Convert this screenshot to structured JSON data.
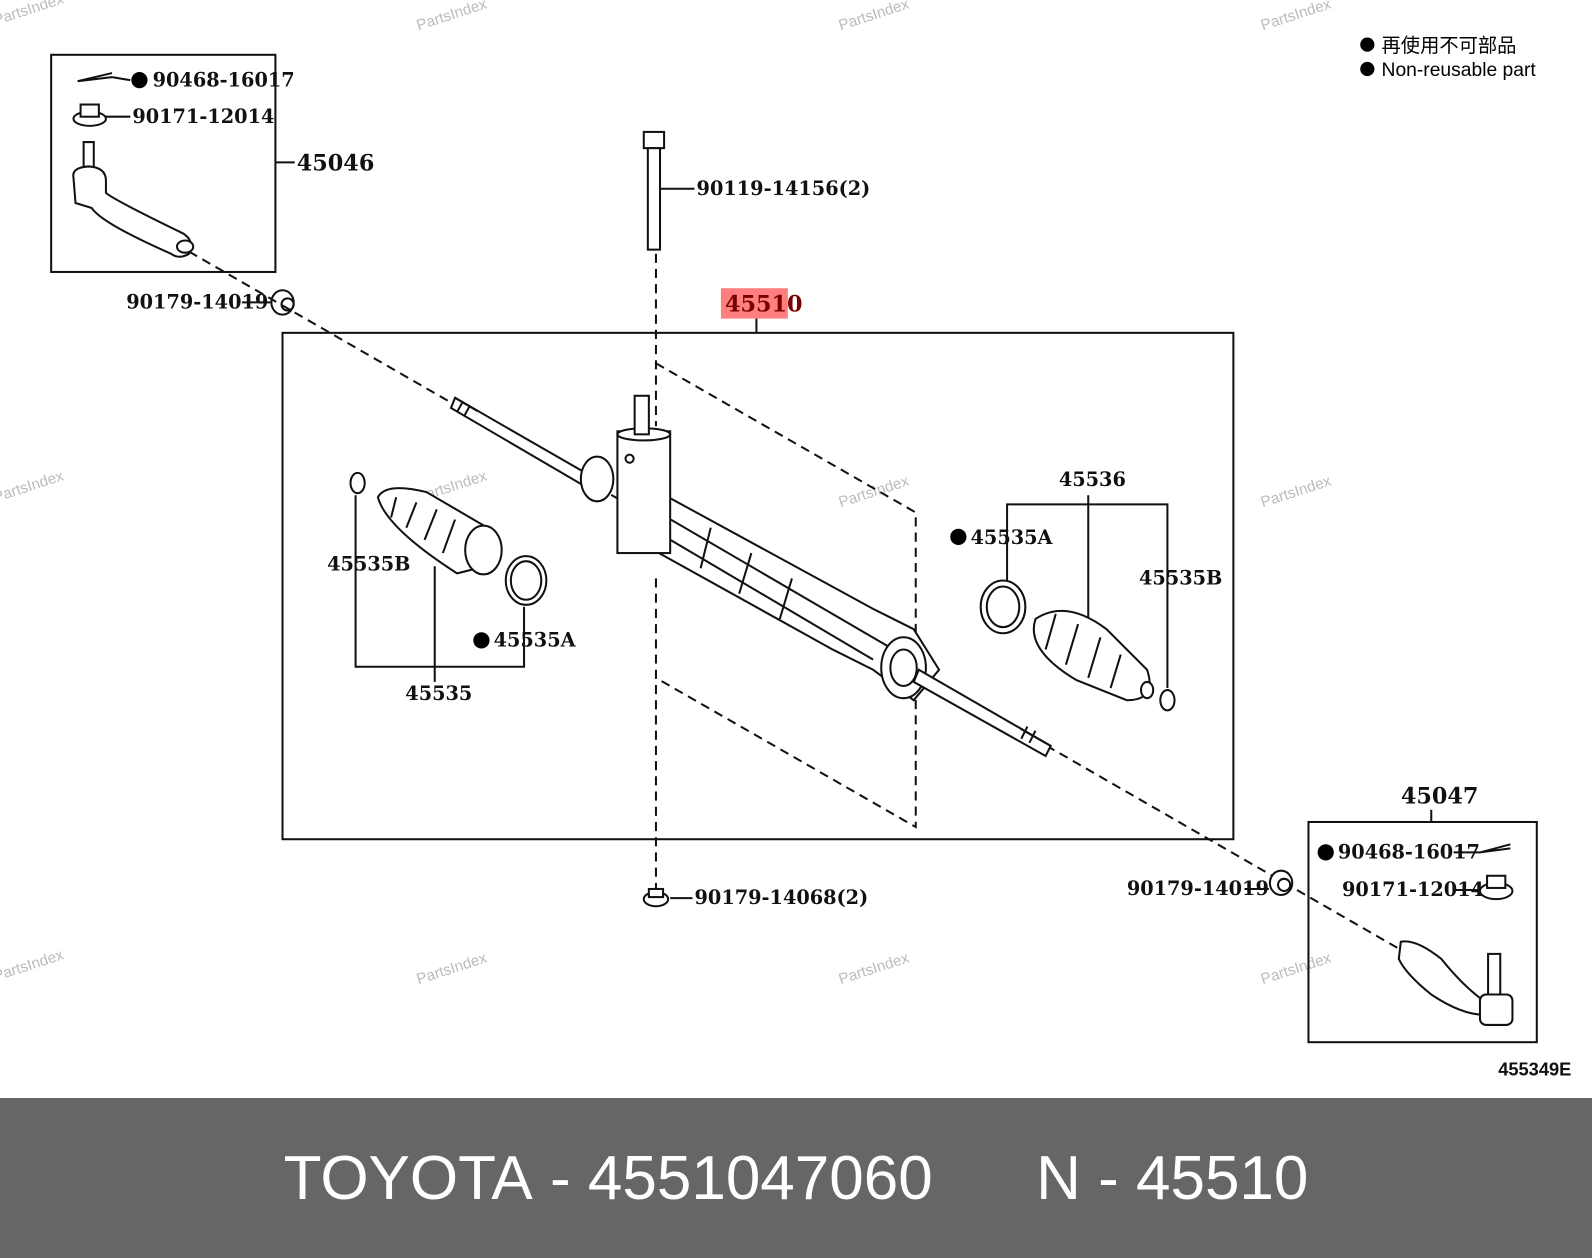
{
  "legend": {
    "japanese": "再使用不可部品",
    "english": "Non-reusable part"
  },
  "watermark": "PartsIndex",
  "labels": {
    "cotter_pin_left": "90468-16017",
    "nut_left": "90171-12014",
    "tie_rod_end_left": "45046",
    "lock_nut_left": "90179-14019",
    "bolt": "90119-14156(2)",
    "rack_assembly": "45510",
    "boot_set_right": "45536",
    "clamp_a_right": "45535A",
    "clamp_b_right": "45535B",
    "clamp_b_left": "45535B",
    "clamp_a_left": "45535A",
    "boot_set_left": "45535",
    "tie_rod_end_right": "45047",
    "cotter_pin_right": "90468-16017",
    "nut_right": "90171-12014",
    "lock_nut_right": "90179-14019",
    "nut_bottom": "90179-14068(2)",
    "diagram_code": "455349E"
  },
  "highlight_color": "#ff7f7f",
  "footer": {
    "brand": "TOYOTA",
    "separator": "-",
    "part_number": "4551047060",
    "ref_prefix": "N",
    "ref_number": "45510"
  }
}
